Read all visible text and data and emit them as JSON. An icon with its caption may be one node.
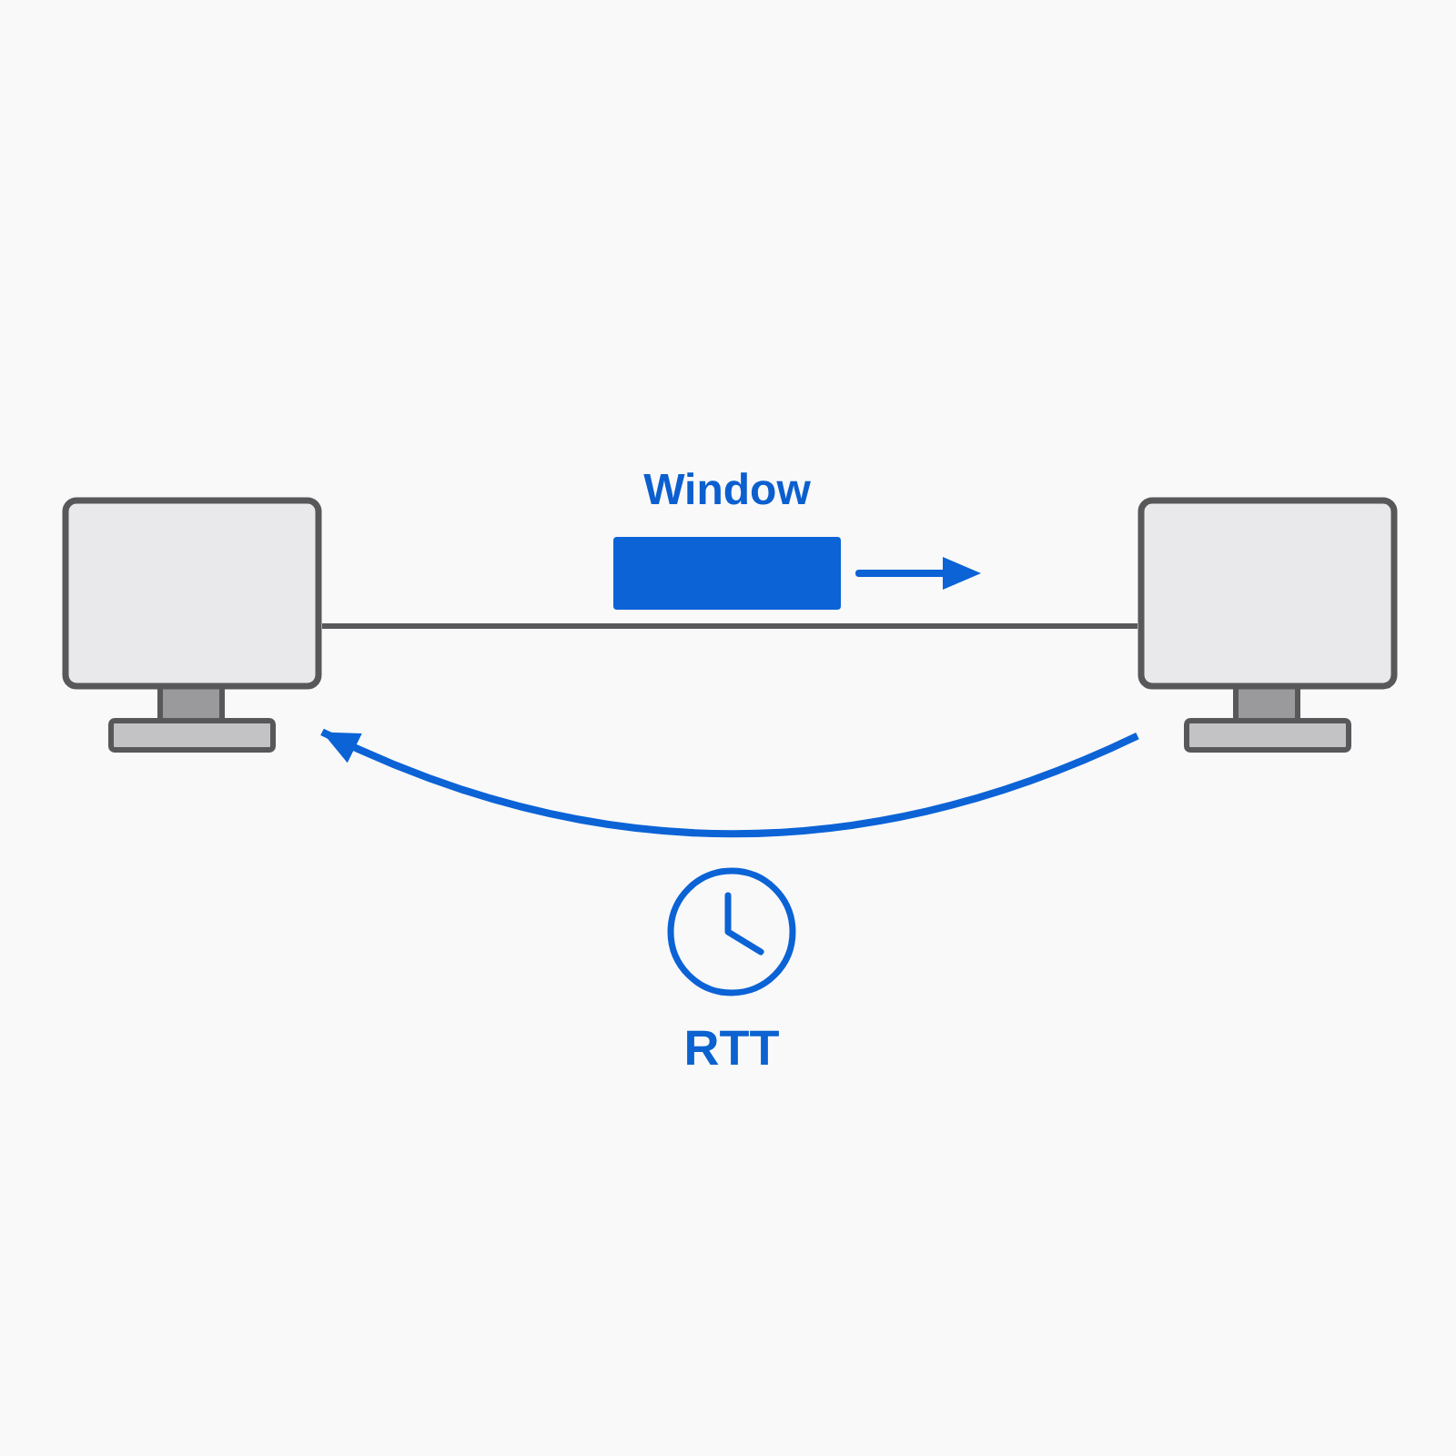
{
  "diagram": {
    "nodes": [
      {
        "text": [],
        "shape": "monitor"
      },
      {
        "text": [],
        "shape": "monitor"
      },
      {
        "text": [
          "Window"
        ]
      }
    ],
    "edges": [
      {
        "from": 0,
        "to": 1,
        "arrow": "none",
        "color": "#58585b"
      },
      {
        "from": 1,
        "to": 0,
        "arrow": "to",
        "color": "#0b63d6"
      }
    ],
    "labels": [
      "RTT"
    ]
  }
}
